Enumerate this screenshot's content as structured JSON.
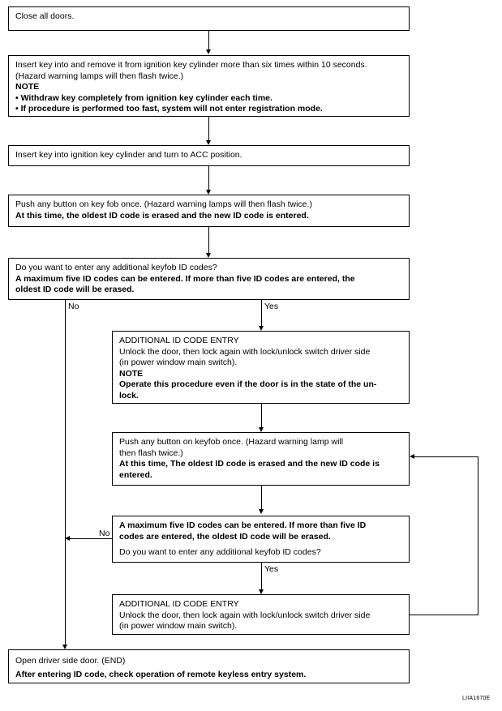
{
  "figure": {
    "id_code": "LIIA1670E"
  },
  "edge_labels": {
    "no_1": "No",
    "yes_1": "Yes",
    "no_2": "No",
    "yes_2": "Yes"
  },
  "nodes": {
    "close_all_doors": {
      "lines": [
        {
          "text": "Close all doors.",
          "bold": false
        }
      ]
    },
    "insert_remove_key": {
      "lines": [
        {
          "text": "Insert key into and remove it from ignition key cylinder more than six times within 10 seconds.",
          "bold": false
        },
        {
          "text": "(Hazard warning lamps will then flash twice.)",
          "bold": false
        },
        {
          "text": "NOTE",
          "bold": true
        },
        {
          "text": "• Withdraw key completely from ignition key cylinder each time.",
          "bold": true
        },
        {
          "text": "• If procedure is performed too fast, system will not enter registration mode.",
          "bold": true
        }
      ]
    },
    "turn_to_acc": {
      "lines": [
        {
          "text": "Insert key into ignition key cylinder and turn to ACC position.",
          "bold": false
        }
      ]
    },
    "push_button_keyfob_1": {
      "lines": [
        {
          "text": "Push any button on key fob once. (Hazard warning lamps will then flash twice.)",
          "bold": false
        },
        {
          "text": "At this time, the oldest ID code is erased and the new ID code is entered.",
          "bold": true
        }
      ]
    },
    "decision_1": {
      "lines": [
        {
          "text": "Do you want to enter any additional keyfob ID codes?",
          "bold": false
        },
        {
          "text": "A  maximum five ID codes can be entered. If more than five ID codes are entered, the",
          "bold": true
        },
        {
          "text": "oldest ID code will be erased.",
          "bold": true
        }
      ]
    },
    "additional_entry_1": {
      "lines": [
        {
          "text": "ADDITIONAL ID CODE ENTRY",
          "bold": false
        },
        {
          "text": "Unlock the door, then lock again with lock/unlock switch driver side",
          "bold": false
        },
        {
          "text": "(in power window main switch).",
          "bold": false
        },
        {
          "text": "NOTE",
          "bold": true
        },
        {
          "text": "Operate this procedure even if the door is in the state of the un-",
          "bold": true
        },
        {
          "text": "lock.",
          "bold": true
        }
      ]
    },
    "push_button_keyfob_2": {
      "lines": [
        {
          "text": "Push any button on keyfob once. (Hazard warning lamp will",
          "bold": false
        },
        {
          "text": "then flash twice.)",
          "bold": false
        },
        {
          "text": "At this time, The oldest ID code is erased and the new ID code is",
          "bold": true
        },
        {
          "text": "entered.",
          "bold": true
        }
      ]
    },
    "decision_2": {
      "lines": [
        {
          "text": "A  maximum five ID codes can be entered. If more than five ID",
          "bold": true
        },
        {
          "text": "codes are entered, the oldest ID code will be erased.",
          "bold": true
        },
        {
          "text": "",
          "bold": false,
          "spacer": true
        },
        {
          "text": "Do you want to enter any additional keyfob ID codes?",
          "bold": false
        }
      ]
    },
    "additional_entry_2": {
      "lines": [
        {
          "text": "ADDITIONAL ID CODE ENTRY",
          "bold": false
        },
        {
          "text": "Unlock the door, then lock again with lock/unlock switch driver side",
          "bold": false
        },
        {
          "text": "(in power window main switch).",
          "bold": false
        }
      ]
    },
    "open_driver_door_end": {
      "lines": [
        {
          "text": "Open driver side door. (END)",
          "bold": false
        },
        {
          "text": "After entering ID code, check operation of remote keyless entry system.",
          "bold": true
        }
      ]
    }
  }
}
